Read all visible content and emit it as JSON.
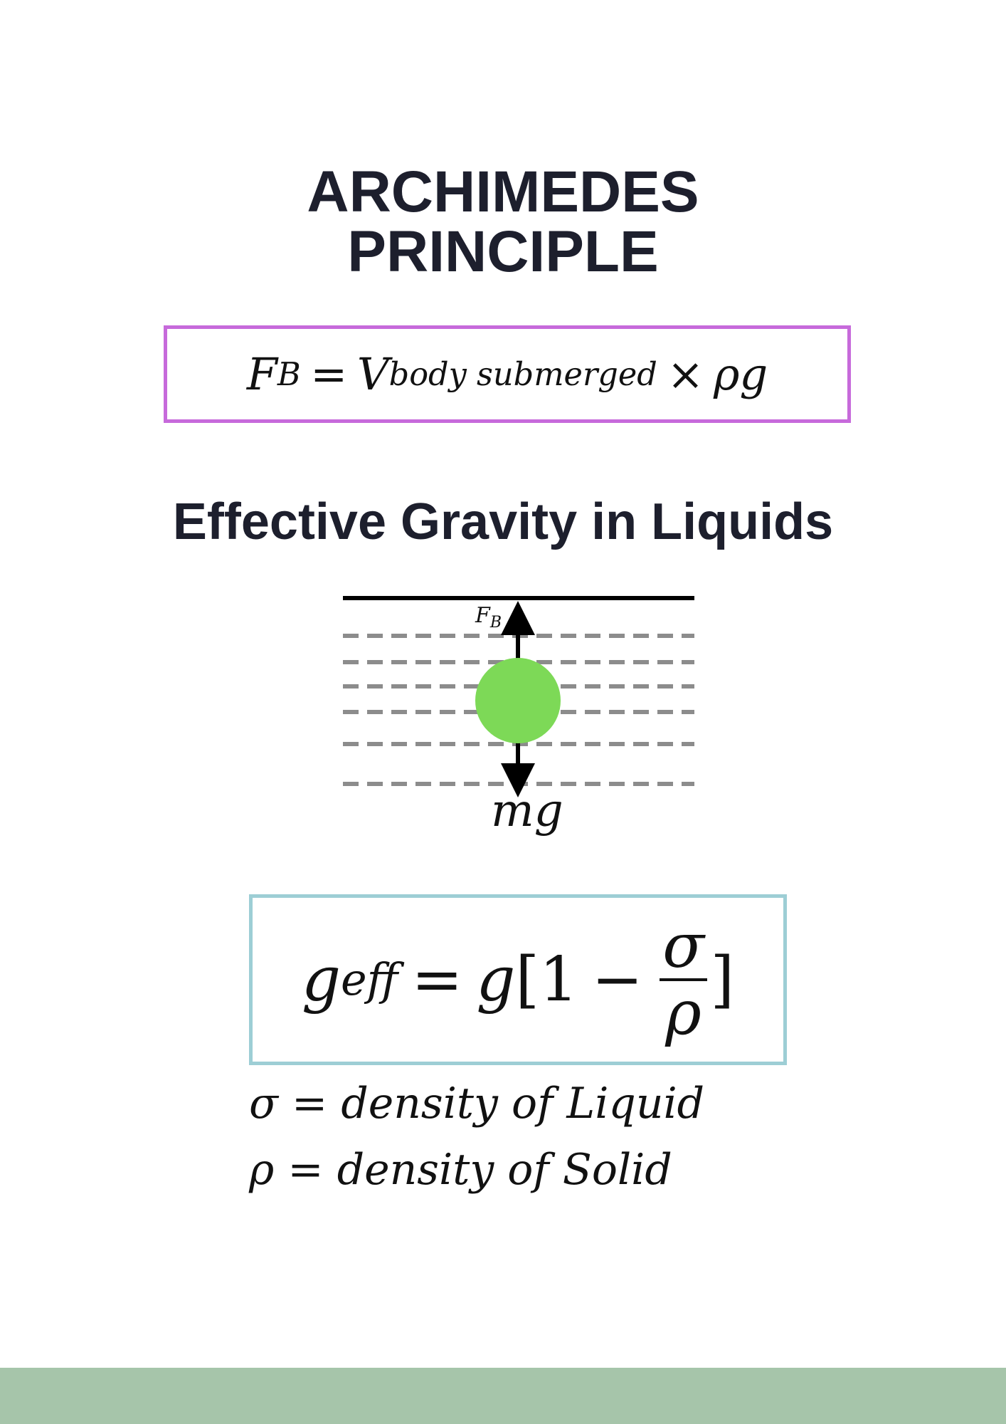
{
  "title": {
    "line1": "ARCHIMEDES",
    "line2": "PRINCIPLE"
  },
  "buoyancy_formula": {
    "lhs": "F",
    "lhs_sub": "B",
    "equals": "=",
    "volume": "V",
    "volume_sub": "body submerged",
    "times": "×",
    "rho_g": "ρg"
  },
  "section": {
    "title": "Effective Gravity in Liquids"
  },
  "diagram": {
    "buoyant_force_label": "F",
    "buoyant_force_sub": "B",
    "weight_label": "mg",
    "ball_color": "#7dd957",
    "surface_color": "#000000",
    "liquid_line_color": "#8c8c8c"
  },
  "geff_formula": {
    "lhs": "g",
    "lhs_sub": "eff",
    "equals": "=",
    "g": "g",
    "open": "[1",
    "minus": "−",
    "numerator": "σ",
    "denominator": "ρ",
    "close": "]"
  },
  "legend": {
    "sigma_def": "σ = density of Liquid",
    "rho_def": "ρ = density of Solid"
  },
  "colors": {
    "title_text": "#1d1f2d",
    "buoyancy_box_border": "#c76adb",
    "geff_box_border": "#9dced5",
    "footer_bar": "#a6c5aa"
  }
}
